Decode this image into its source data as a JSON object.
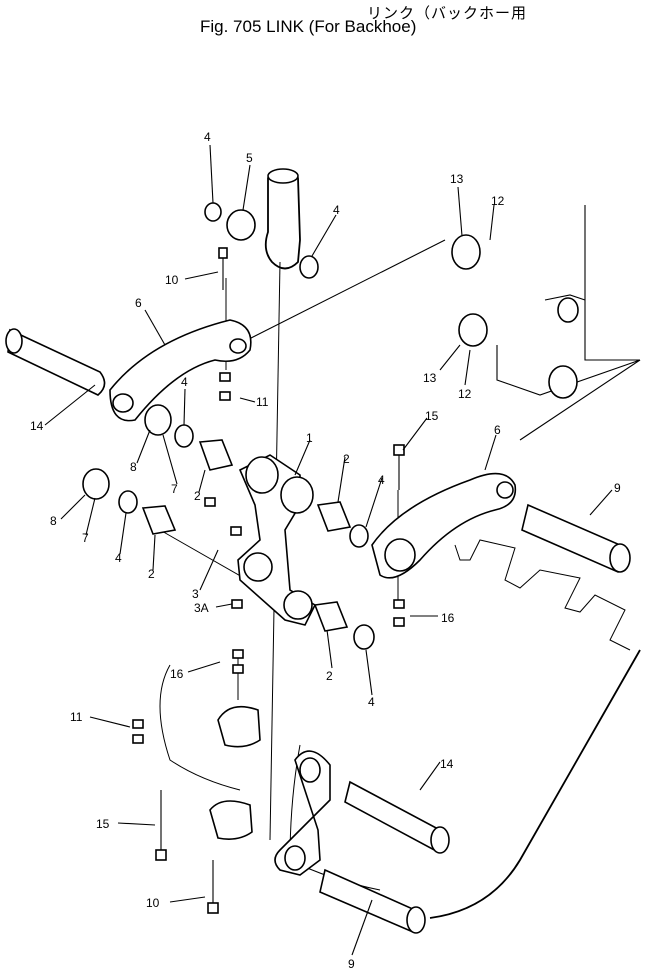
{
  "title": {
    "jp_line": "リンク（バックホー用",
    "en_line": "Fig. 705 LINK (For Backhoe)"
  },
  "callouts": {
    "c4a": "4",
    "c5": "5",
    "c4b": "4",
    "c13a": "13",
    "c12a": "12",
    "c10a": "10",
    "c6a": "6",
    "c11a": "11",
    "c13b": "13",
    "c12b": "12",
    "c14a": "14",
    "c4c": "4",
    "c8a": "8",
    "c7a": "7",
    "c2a": "2",
    "c1": "1",
    "c2b": "2",
    "c15a": "15",
    "c4d": "4",
    "c6b": "6",
    "c9a": "9",
    "c8b": "8",
    "c7b": "7",
    "c4e": "4",
    "c2c": "2",
    "c3": "3",
    "c3a": "3A",
    "c16a": "16",
    "c2d": "2",
    "c4f": "4",
    "c16b": "16",
    "c11b": "11",
    "c14b": "14",
    "c15b": "15",
    "c10b": "10",
    "c9b": "9"
  }
}
